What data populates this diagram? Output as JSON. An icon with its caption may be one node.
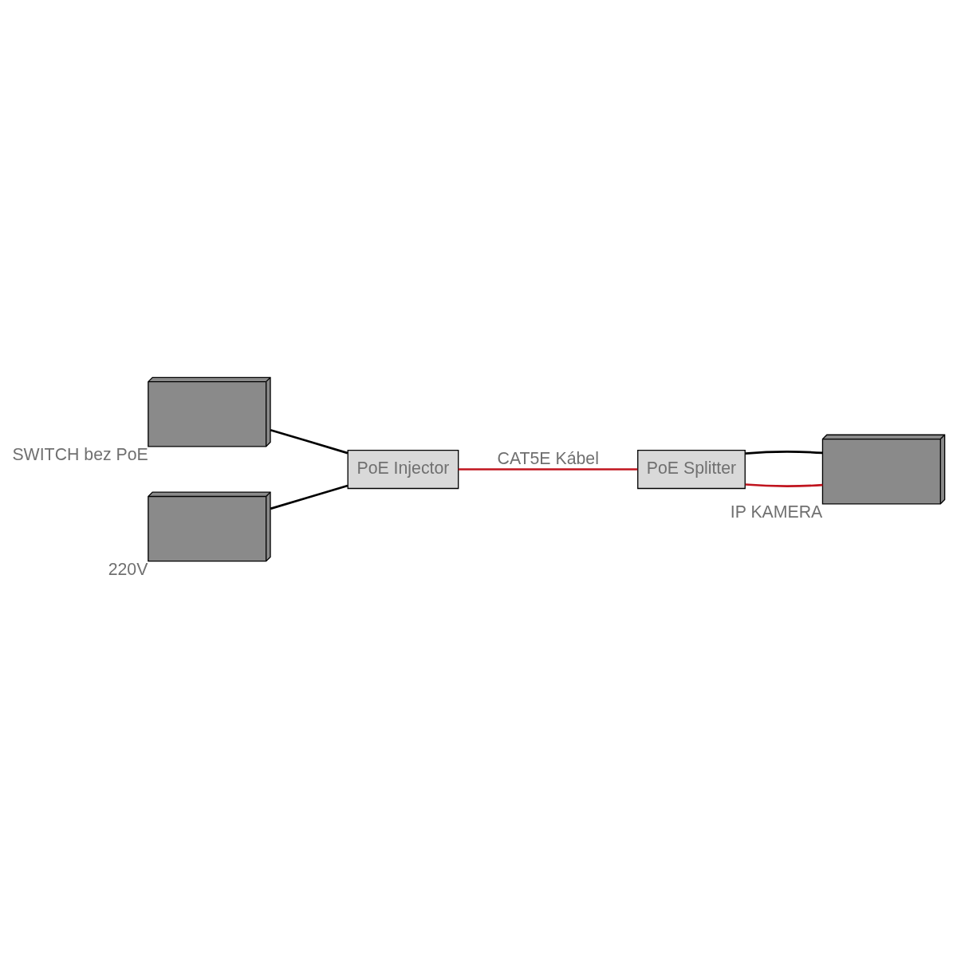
{
  "diagram": {
    "nodes": [
      {
        "text": [],
        "shape": "picture",
        "beside": [
          "SWITCH bez PoE"
        ]
      },
      {
        "text": [],
        "shape": "picture",
        "beside": [
          "220V"
        ]
      },
      {
        "text": [
          "PoE Injector"
        ]
      },
      {
        "text": [
          "PoE Splitter"
        ]
      },
      {
        "text": [],
        "shape": "picture",
        "beside": [
          "IP KAMERA"
        ]
      }
    ],
    "edges": [
      {
        "from": 0,
        "to": 2,
        "arrow": "none"
      },
      {
        "from": 1,
        "to": 2,
        "arrow": "none"
      },
      {
        "from": 2,
        "to": 3,
        "arrow": "none",
        "label": "CAT5E Kábel",
        "color": "#c0141e"
      },
      {
        "from": 3,
        "to": 4,
        "arrow": "none",
        "color": "#c0141e"
      },
      {
        "from": 3,
        "to": 4,
        "arrow": "none"
      }
    ]
  }
}
